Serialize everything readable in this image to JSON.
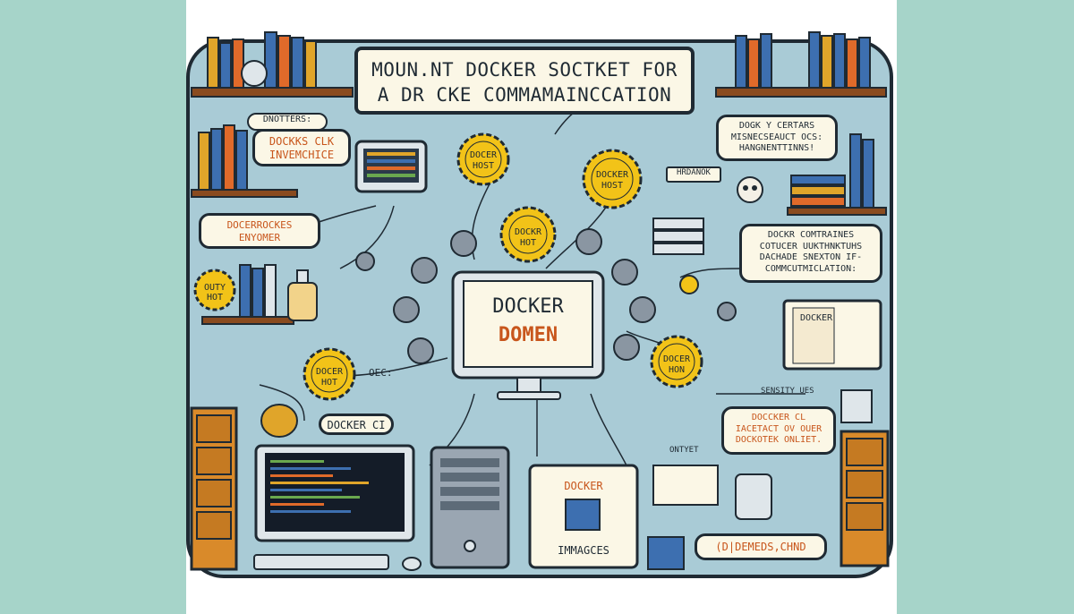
{
  "title": {
    "line1": "MOUN.NT DOCKER SOCTKET FOR",
    "line2": "A DR CKE COMMAMAINCCATION"
  },
  "monitor": {
    "line1": "DOCKER",
    "line2": "DOMEN"
  },
  "images_box": {
    "top": "DOCKER",
    "bottom": "IMMAGCES"
  },
  "bubbles": {
    "top_left_header": "DNOTTERS:",
    "top_left_text": "DOCKKS CLK\nINVEMCHICE",
    "left_mid_text": "DOCERROCKES\nENYOMER",
    "docker_cli_label": "DOCKER CI",
    "top_right_text": "DOGK Y CERTARS\nMISNECSEAUCT OCS:\nHANGNENTTINNS!",
    "right_mid_text": "DOCKR COMTRAINES\nCOTUCER UUKTHNKTUHS\nDACHADE SNEXTON IF-\nCOMMCUTMICLATION:",
    "right_lower_text": "DOCCKER CL\nIACETACT OV OUER\nDOCKOTEK ONLIET.",
    "bottom_right_text": "(D|DEMEDS,CHND"
  },
  "small_labels": {
    "hrdanok": "HRDANOK",
    "oec": "OEC:",
    "sensity": "SENSITY UES",
    "ontyet": "ONTYET",
    "docker_book": "DOCKER"
  },
  "gears": {
    "g1_line1": "DOCER",
    "g1_line2": "HOST",
    "g2_line1": "DOCKER",
    "g2_line2": "HOST",
    "g3_line1": "DOCKR",
    "g3_line2": "HOT",
    "g4_line1": "DOCER",
    "g4_line2": "HOT",
    "g5_line1": "DOCER",
    "g5_line2": "HON",
    "g6_line1": "OUTY",
    "g6_line2": "HOT"
  },
  "colors": {
    "background_side": "#a6d4c9",
    "board": "#a9cbd6",
    "gear_yellow": "#f2c318",
    "accent_orange": "#c8561c",
    "outline": "#1f2a33",
    "wood": "#d98a2a"
  }
}
